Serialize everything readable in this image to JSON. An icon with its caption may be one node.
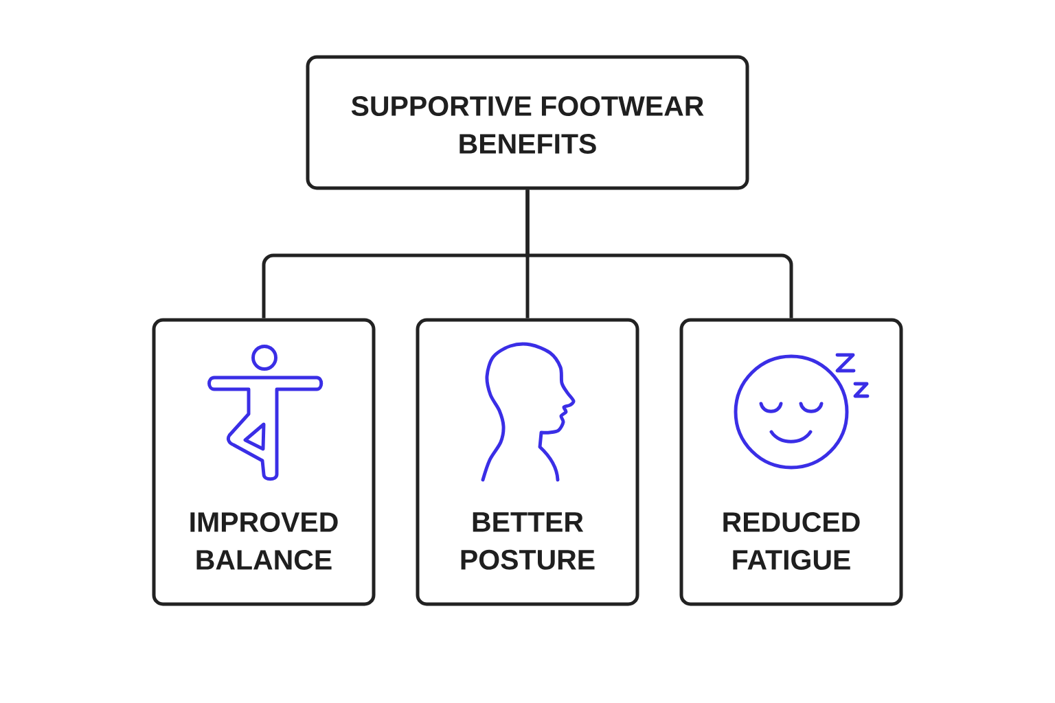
{
  "diagram": {
    "nodes": [
      {
        "text": [
          "SUPPORTIVE FOOTWEAR BENEFITS"
        ]
      },
      {
        "text": [
          "IMPROVED BALANCE"
        ]
      },
      {
        "text": [
          "BETTER POSTURE"
        ]
      },
      {
        "text": [
          "REDUCED FATIGUE"
        ]
      }
    ],
    "edges": [
      {
        "from": 0,
        "to": 1,
        "arrow": "none"
      },
      {
        "from": 0,
        "to": 2,
        "arrow": "none"
      },
      {
        "from": 0,
        "to": 3,
        "arrow": "none"
      }
    ]
  }
}
